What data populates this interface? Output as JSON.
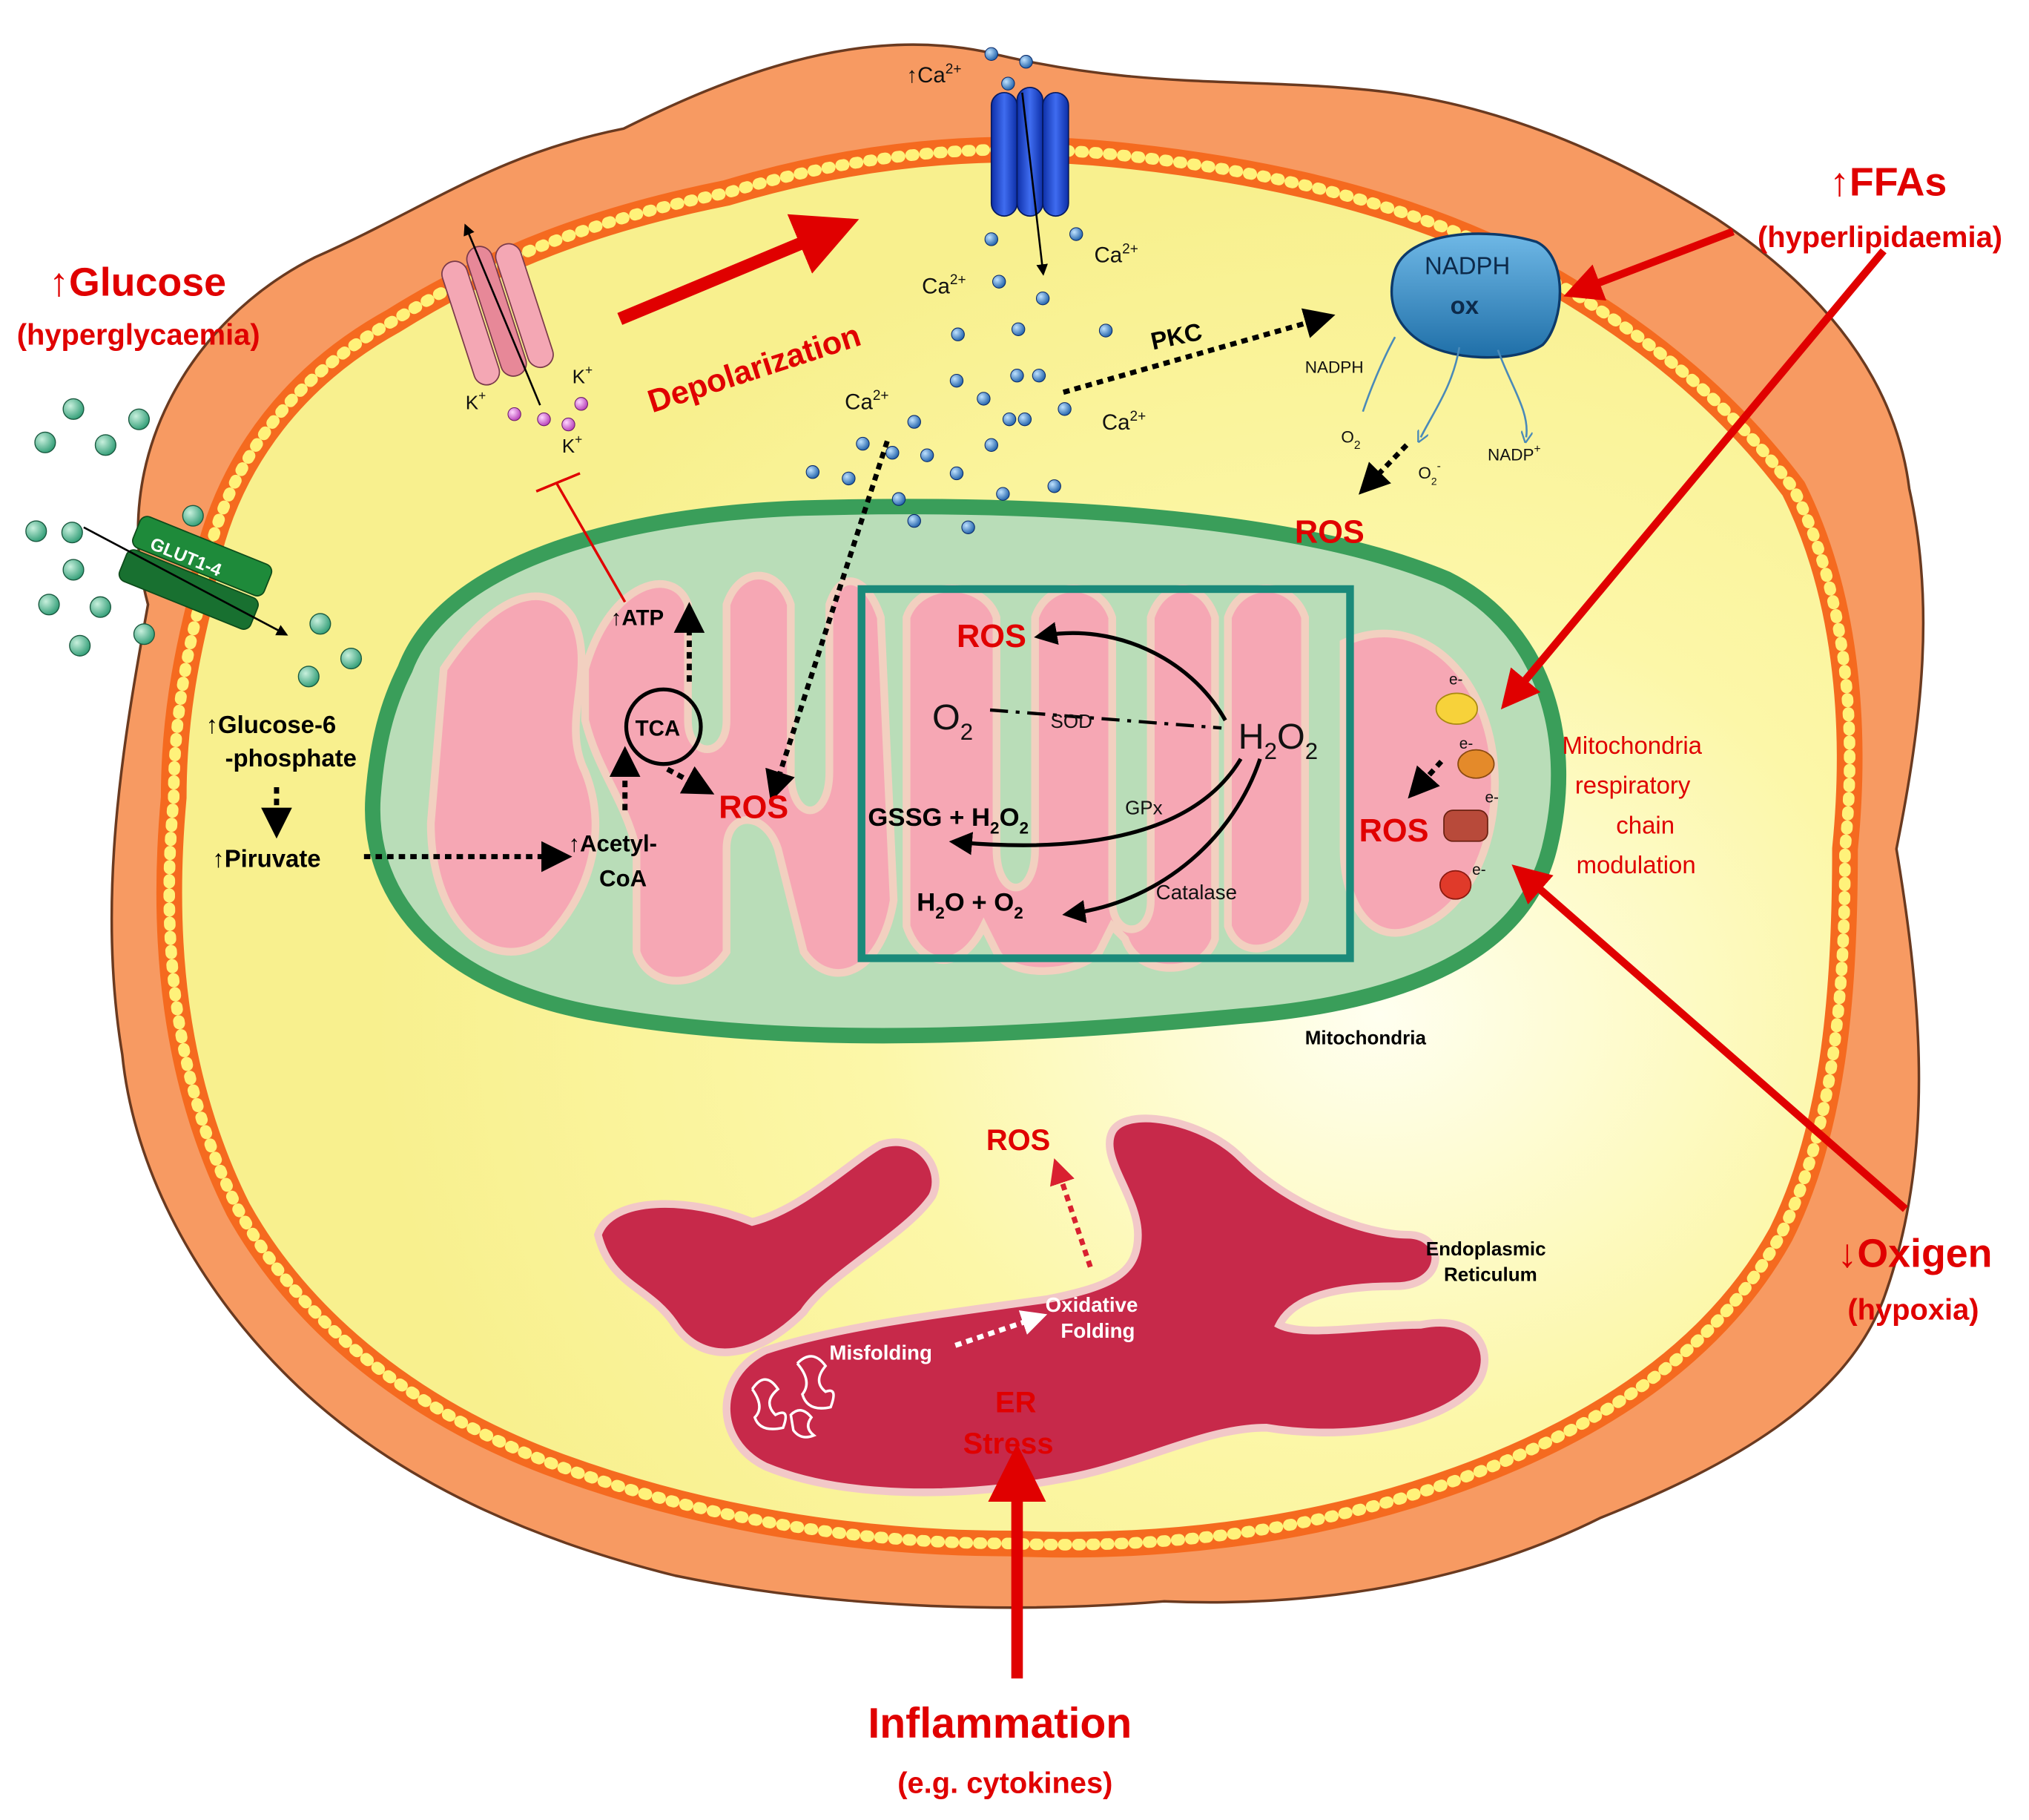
{
  "inputs": {
    "glucose": {
      "title": "↑Glucose",
      "sub": "(hyperglycaemia)"
    },
    "ffas": {
      "title": "↑FFAs",
      "sub": "(hyperlipidaemia)"
    },
    "oxigen": {
      "title": "↓Oxigen",
      "sub": "(hypoxia)"
    },
    "inflammation": {
      "title": "Inflammation",
      "sub": "(e.g. cytokines)"
    }
  },
  "membrane": {
    "glut": "GLUT1-4",
    "depolarization": "Depolarization",
    "k_ion": "K",
    "k_charge": "+",
    "ca_ion": "Ca",
    "ca_charge": "2+",
    "ca_influx_arrow": "↑",
    "nadph_ox_1": "NADPH",
    "nadph_ox_2": "ox",
    "nadph": "NADPH",
    "nadp": "NADP",
    "nadp_charge": "+",
    "o2": "O",
    "o2_sub": "2",
    "superoxide": "O",
    "superoxide_sub": "2",
    "superoxide_charge": "-",
    "pkc": "PKC",
    "ros": "ROS"
  },
  "cytosol": {
    "g6p_1": "↑Glucose-6",
    "g6p_2": "-phosphate",
    "piruvate": "↑Piruvate"
  },
  "mitochondria": {
    "label": "Mitochondria",
    "atp": "↑ATP",
    "tca": "TCA",
    "acetyl_1": "↑Acetyl-",
    "acetyl_2": "CoA",
    "ros_matrix": "ROS",
    "ros_chain": "ROS",
    "ros_box": "ROS",
    "electron": "e-",
    "resp_1": "Mitochondria",
    "resp_2": "respiratory",
    "resp_3": "chain",
    "resp_4": "modulation",
    "reactions": {
      "o2": "O",
      "o2_sub": "2",
      "sod": "SOD",
      "h2o2_h": "H",
      "h2o2_o": "O",
      "sub2": "2",
      "gssg": "GSSG + H",
      "gssg_o": "O",
      "gpx": "GPx",
      "h2o": "H",
      "h2o_mid": "O + O",
      "catalase": "Catalase"
    }
  },
  "er": {
    "label_1": "Endoplasmic",
    "label_2": "Reticulum",
    "ros": "ROS",
    "oxfold_1": "Oxidative",
    "oxfold_2": "Folding",
    "misfolding": "Misfolding",
    "stress_1": "ER",
    "stress_2": "Stress"
  },
  "colors": {
    "cell_outer": "#f79a62",
    "membrane": "#f56a1f",
    "lipid_head": "#fff27a",
    "cytosol": "#fbf59b",
    "mito_outer": "#3a9e5a",
    "mito_inner": "#b9ddb8",
    "cristae": "#f6a7b4",
    "er": "#c7294a",
    "accent_red": "#e00000",
    "box": "#1a8a7a"
  }
}
